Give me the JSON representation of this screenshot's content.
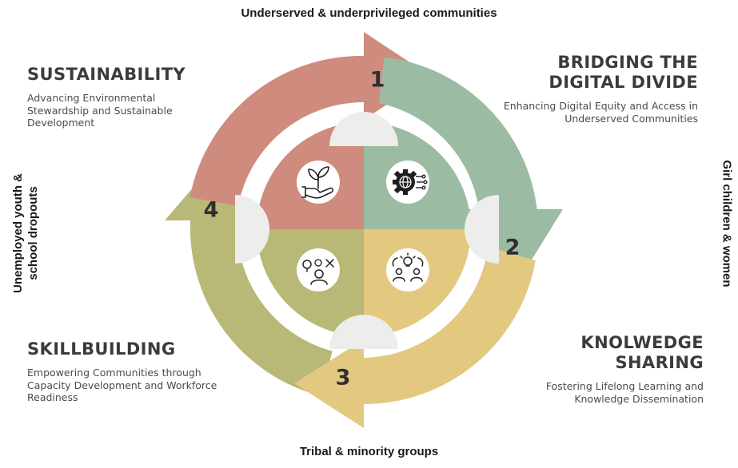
{
  "edges": {
    "top": "Underserved & underprivileged communities",
    "right": "Girl children & women",
    "bottom": "Tribal & minority groups",
    "left_line1": "Unemployed youth &",
    "left_line2": "school dropouts"
  },
  "sections": [
    {
      "title": "SUSTAINABILITY",
      "desc": "Advancing Environmental Stewardship and Sustainable Development",
      "icon": "plant-in-hand-icon",
      "color": "#cf8b7d"
    },
    {
      "title": "BRIDGING THE DIGITAL DIVIDE",
      "desc": "Enhancing Digital Equity and Access in Underserved Communities",
      "icon": "digital-gear-globe-icon",
      "color": "#9bbba3"
    },
    {
      "title": "SKILLBUILDING",
      "desc": "Empowering Communities through Capacity Development and Workforce Readiness",
      "icon": "skills-person-tools-icon",
      "color": "#b8b877"
    },
    {
      "title": "KNOLWEDGE SHARING",
      "desc": "Fostering Lifelong Learning and Knowledge Dissemination",
      "icon": "knowledge-exchange-icon",
      "color": "#e3c87f"
    }
  ],
  "arrows": [
    {
      "number": "1",
      "color": "#cf8b7d"
    },
    {
      "number": "2",
      "color": "#9bbba3"
    },
    {
      "number": "3",
      "color": "#e3c87f"
    },
    {
      "number": "4",
      "color": "#b8b877"
    }
  ],
  "connector_color": "#ededeb"
}
